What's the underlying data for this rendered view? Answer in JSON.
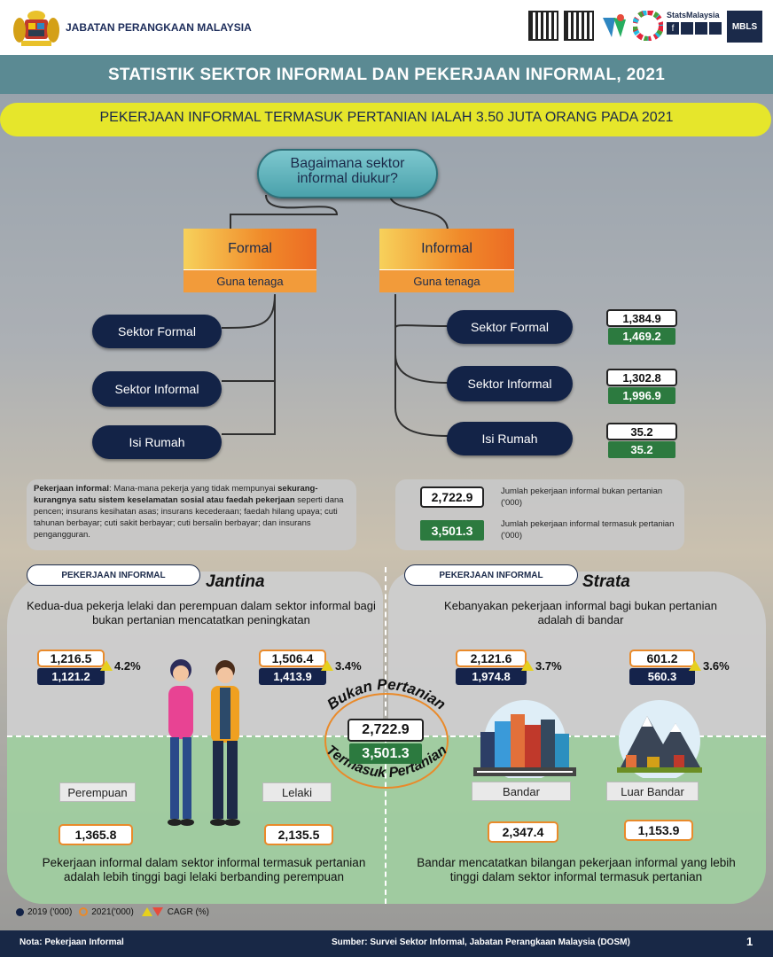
{
  "header": {
    "org_name": "JABATAN PERANGKAAN MALAYSIA",
    "statsmalaysia": "StatsMalaysia",
    "mbls": "MBLS"
  },
  "title": "STATISTIK SEKTOR INFORMAL DAN PEKERJAAN INFORMAL, 2021",
  "headline": "PEKERJAAN INFORMAL TERMASUK PERTANIAN IALAH 3.50 JUTA ORANG PADA 2021",
  "question": "Bagaimana sektor informal diukur?",
  "formal": {
    "label": "Formal",
    "sub": "Guna tenaga"
  },
  "informal": {
    "label": "Informal",
    "sub": "Guna tenaga"
  },
  "left_items": [
    "Sektor Formal",
    "Sektor Informal",
    "Isi Rumah"
  ],
  "right_items": [
    {
      "label": "Sektor Formal",
      "v2019": "1,384.9",
      "v2021": "1,469.2"
    },
    {
      "label": "Sektor Informal",
      "v2019": "1,302.8",
      "v2021": "1,996.9"
    },
    {
      "label": "Isi Rumah",
      "v2019": "35.2",
      "v2021": "35.2"
    }
  ],
  "definition": {
    "bold1": "Pekerjaan informal",
    "text1": ": Mana-mana pekerja yang tidak mempunyai",
    "bold2": "sekurang-kurangnya satu sistem keselamatan sosial atau faedah pekerjaan",
    "text2": " seperti dana pencen; insurans kesihatan asas; insurans kecederaan; faedah hilang upaya; cuti tahunan berbayar; cuti sakit berbayar; cuti bersalin berbayar; dan insurans pengangguran."
  },
  "totals": {
    "non_agri_value": "2,722.9",
    "non_agri_label": "Jumlah pekerjaan informal bukan pertanian ('000)",
    "incl_agri_value": "3,501.3",
    "incl_agri_label": "Jumlah pekerjaan informal termasuk pertanian ('000)"
  },
  "gender": {
    "pill": "PEKERJAAN INFORMAL",
    "title": "Jantina",
    "desc": "Kedua-dua pekerja lelaki dan perempuan dalam sektor informal bagi bukan pertanian mencatatkan peningkatan",
    "female": {
      "v2021": "1,216.5",
      "v2019": "1,121.2",
      "cagr": "4.2%",
      "label": "Perempuan",
      "incl_agri": "1,365.8"
    },
    "male": {
      "v2021": "1,506.4",
      "v2019": "1,413.9",
      "cagr": "3.4%",
      "label": "Lelaki",
      "incl_agri": "2,135.5"
    },
    "bottom_desc": "Pekerjaan informal dalam sektor informal termasuk pertanian adalah lebih tinggi bagi lelaki berbanding perempuan"
  },
  "strata": {
    "pill": "PEKERJAAN INFORMAL",
    "title": "Strata",
    "desc": "Kebanyakan pekerjaan informal bagi bukan pertanian adalah di bandar",
    "urban": {
      "v2021": "2,121.6",
      "v2019": "1,974.8",
      "cagr": "3.7%",
      "label": "Bandar",
      "incl_agri": "2,347.4"
    },
    "rural": {
      "v2021": "601.2",
      "v2019": "560.3",
      "cagr": "3.6%",
      "label": "Luar Bandar",
      "incl_agri": "1,153.9"
    },
    "bottom_desc": "Bandar mencatatkan bilangan pekerjaan informal yang lebih tinggi dalam sektor informal termasuk pertanian"
  },
  "center": {
    "top_arc": "Bukan Pertanian",
    "bottom_arc": "Termasuk Pertanian",
    "v_non_agri": "2,722.9",
    "v_incl_agri": "3,501.3"
  },
  "legend": {
    "y2019": "2019 ('000)",
    "y2021": "2021('000)",
    "cagr": "CAGR (%)"
  },
  "footer": {
    "note": "Nota: Pekerjaan Informal",
    "source": "Sumber: Survei Sektor Informal, Jabatan Perangkaan Malaysia (DOSM)",
    "page": "1"
  },
  "colors": {
    "navy": "#132347",
    "teal": "#5b8a93",
    "yellow": "#e6e62b",
    "orange": "#f08a2a",
    "green": "#2c7a3f"
  }
}
